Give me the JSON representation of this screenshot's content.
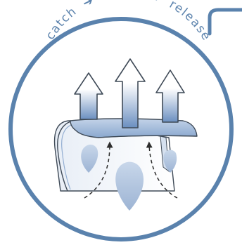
{
  "diagram": {
    "steps": [
      "catch",
      "move",
      "release"
    ],
    "step_arrow_glyph": "➔",
    "colors": {
      "ring": "#5a82ad",
      "accent": "#5c83ad",
      "shape_fill": "#a9bfdb",
      "shape_dark": "#6e93c2",
      "outline": "#3f4a57",
      "arrow_light": "#ffffff",
      "arrow_dark": "#6b8fc0",
      "dashed": "#2d2d2d",
      "background": "#ffffff"
    },
    "icons": [
      "ring-frame",
      "callout-bracket",
      "flow-arrow-left",
      "flow-arrow-center",
      "flow-arrow-right",
      "membrane-shape",
      "droplet-left",
      "droplet-center",
      "droplet-right",
      "dashed-arrow-left",
      "dashed-arrow-right"
    ]
  }
}
